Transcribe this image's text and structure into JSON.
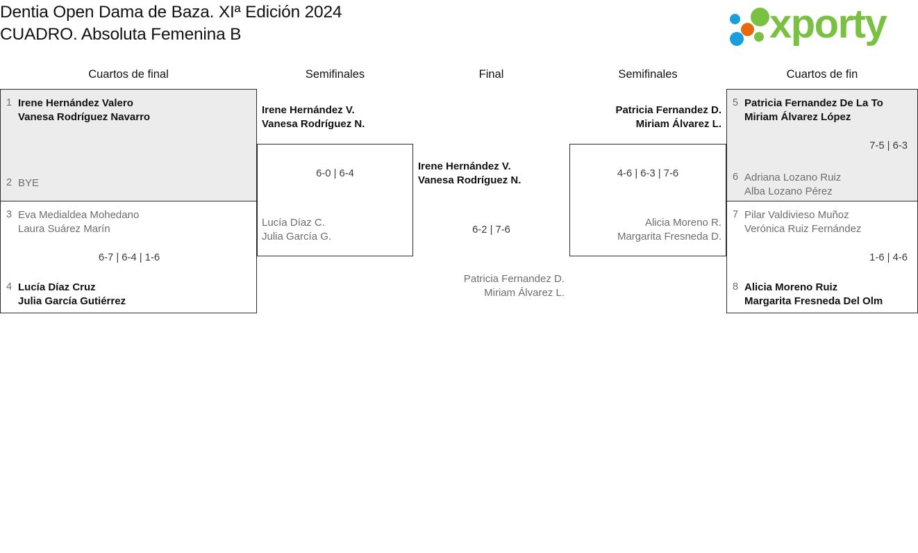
{
  "header": {
    "title_line1": "Dentia Open Dama de Baza. XIª Edición 2024",
    "title_line2": "CUADRO. Absoluta Femenina B",
    "logo_word": "xporty",
    "logo_colors": {
      "blue": "#1a9fdc",
      "orange": "#e8680f",
      "green": "#7ac143"
    }
  },
  "columns": {
    "qf_left": "Cuartos de final",
    "sf_left": "Semifinales",
    "final": "Final",
    "sf_right": "Semifinales",
    "qf_right": "Cuartos de fin"
  },
  "bracket": {
    "qf_left": [
      {
        "match_id": "qf1",
        "top": {
          "seed": "1",
          "player1": "Irene Hernández Valero",
          "player2": "Vanesa Rodríguez Navarro",
          "winner": true
        },
        "bottom": {
          "seed": "2",
          "player1": "BYE",
          "player2": "",
          "winner": false
        },
        "score": ""
      },
      {
        "match_id": "qf2",
        "top": {
          "seed": "3",
          "player1": "Eva Medialdea Mohedano",
          "player2": "Laura Suárez Marín",
          "winner": false
        },
        "bottom": {
          "seed": "4",
          "player1": "Lucía Díaz Cruz",
          "player2": "Julia García Gutiérrez",
          "winner": true
        },
        "score": "6-7 | 6-4 | 1-6"
      }
    ],
    "sf_left": [
      {
        "match_id": "sf1",
        "top": {
          "player1": "Irene Hernández V.",
          "player2": "Vanesa Rodríguez N.",
          "winner": true
        },
        "bottom": {
          "player1": "Lucía Díaz C.",
          "player2": "Julia García G.",
          "winner": false
        },
        "score": "6-0 | 6-4"
      }
    ],
    "final": [
      {
        "match_id": "final",
        "top": {
          "player1": "Irene Hernández V.",
          "player2": "Vanesa Rodríguez N.",
          "winner": true
        },
        "bottom": {
          "player1": "Patricia Fernandez D.",
          "player2": "Miriam Álvarez L.",
          "winner": false
        },
        "score": "6-2 | 7-6"
      }
    ],
    "sf_right": [
      {
        "match_id": "sf2",
        "top": {
          "player1": "Patricia Fernandez D.",
          "player2": "Miriam Álvarez L.",
          "winner": true
        },
        "bottom": {
          "player1": "Alicia Moreno R.",
          "player2": "Margarita Fresneda D.",
          "winner": false
        },
        "score": "4-6 | 6-3 | 7-6"
      }
    ],
    "qf_right": [
      {
        "match_id": "qf3",
        "top": {
          "seed": "5",
          "player1": "Patricia Fernandez De La To",
          "player2": "Miriam Álvarez López",
          "winner": true
        },
        "bottom": {
          "seed": "6",
          "player1": "Adriana Lozano Ruiz",
          "player2": "Alba Lozano Pérez",
          "winner": false
        },
        "score": "7-5 | 6-3"
      },
      {
        "match_id": "qf4",
        "top": {
          "seed": "7",
          "player1": "Pilar Valdivieso Muñoz",
          "player2": "Verónica Ruiz Fernández",
          "winner": false
        },
        "bottom": {
          "seed": "8",
          "player1": "Alicia Moreno Ruiz",
          "player2": "Margarita Fresneda Del Olm",
          "winner": true
        },
        "score": "1-6 | 4-6"
      }
    ]
  }
}
